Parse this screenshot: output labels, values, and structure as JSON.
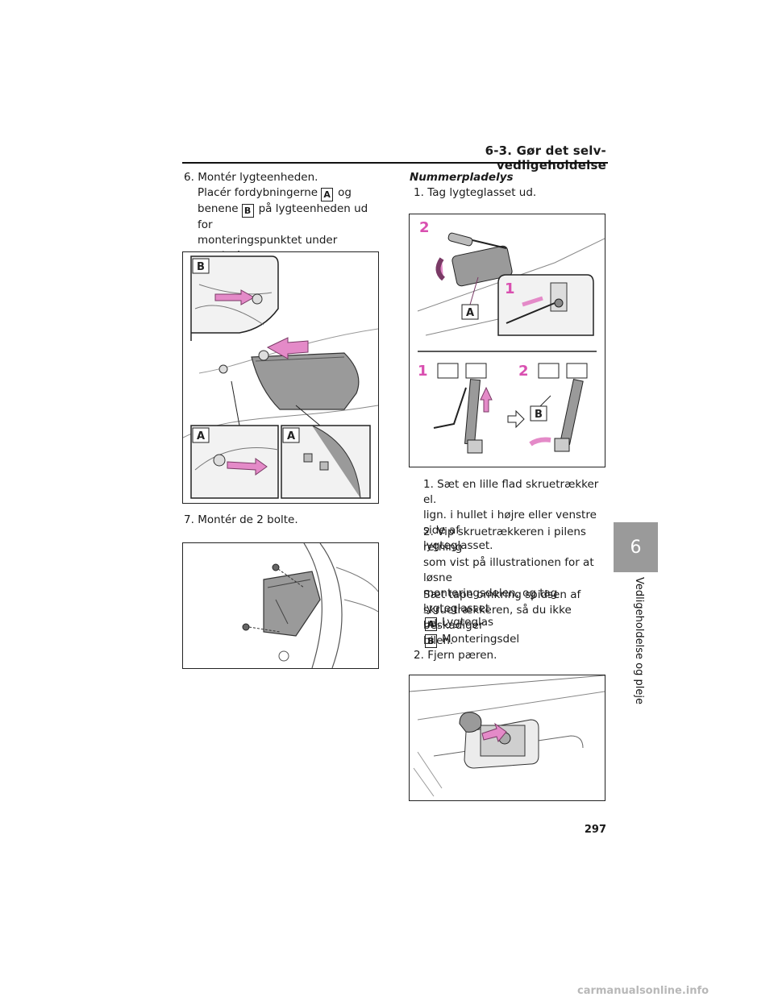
{
  "header": {
    "section_title": "6-3. Gør det selv-vedligeholdelse"
  },
  "side_tab": {
    "number": "6",
    "text": "Vedligeholdelse og pleje"
  },
  "left": {
    "step6_number": "6.",
    "step6_title": "Montér lygteenheden.",
    "step6_body_pre_a": "Placér fordybningerne",
    "badge_a": "A",
    "step6_body_og": "og",
    "step6_body_benene": "benene",
    "badge_b": "B",
    "step6_body_rest1": "på lygteenheden ud for",
    "step6_body_rest2": "monteringspunktet under",
    "step6_body_rest3": "monteringen.",
    "fig1_labels": [
      "B",
      "A",
      "A"
    ],
    "step7_number": "7.",
    "step7_title": "Montér de 2 bolte."
  },
  "right": {
    "heading": "Nummerpladelys",
    "step1_number": "1.",
    "step1_title": "Tag lygteglasset ud.",
    "fig3_labels": {
      "top_num": "2",
      "inset_num": "1",
      "lens": "A",
      "bottom_left": "1",
      "bottom_right": "2",
      "part": "B"
    },
    "sub1_line1": "1. Sæt en lille flad skruetrækker el.",
    "sub1_line2": "lign. i hullet i højre eller venstre side af",
    "sub1_line3": "lygteglasset.",
    "sub2_line1": "2. Vip skruetrækkeren i pilens retning",
    "sub2_line2": "som vist på illustrationen for at løsne",
    "sub2_line3": "monteringsdelen, og tag lygteglasset",
    "sub2_line4": "ud.",
    "tape_line1": "Sæt tape omkring spidsen af",
    "tape_line2": "skruetrækkeren, så du ikke beskadiger",
    "tape_line3": "bilen.",
    "legend_a_key": "A",
    "legend_a": "Lygteglas",
    "legend_b_key": "B",
    "legend_b": "Monteringsdel",
    "step2_number": "2.",
    "step2_title": "Fjern pæren."
  },
  "page_number": "297",
  "watermark": "carmanualsonline.info",
  "colors": {
    "arrow": "#e48ac8",
    "arrow_stroke": "#7a3a66",
    "label": "#d94fb0",
    "tab": "#9a9a9a"
  }
}
